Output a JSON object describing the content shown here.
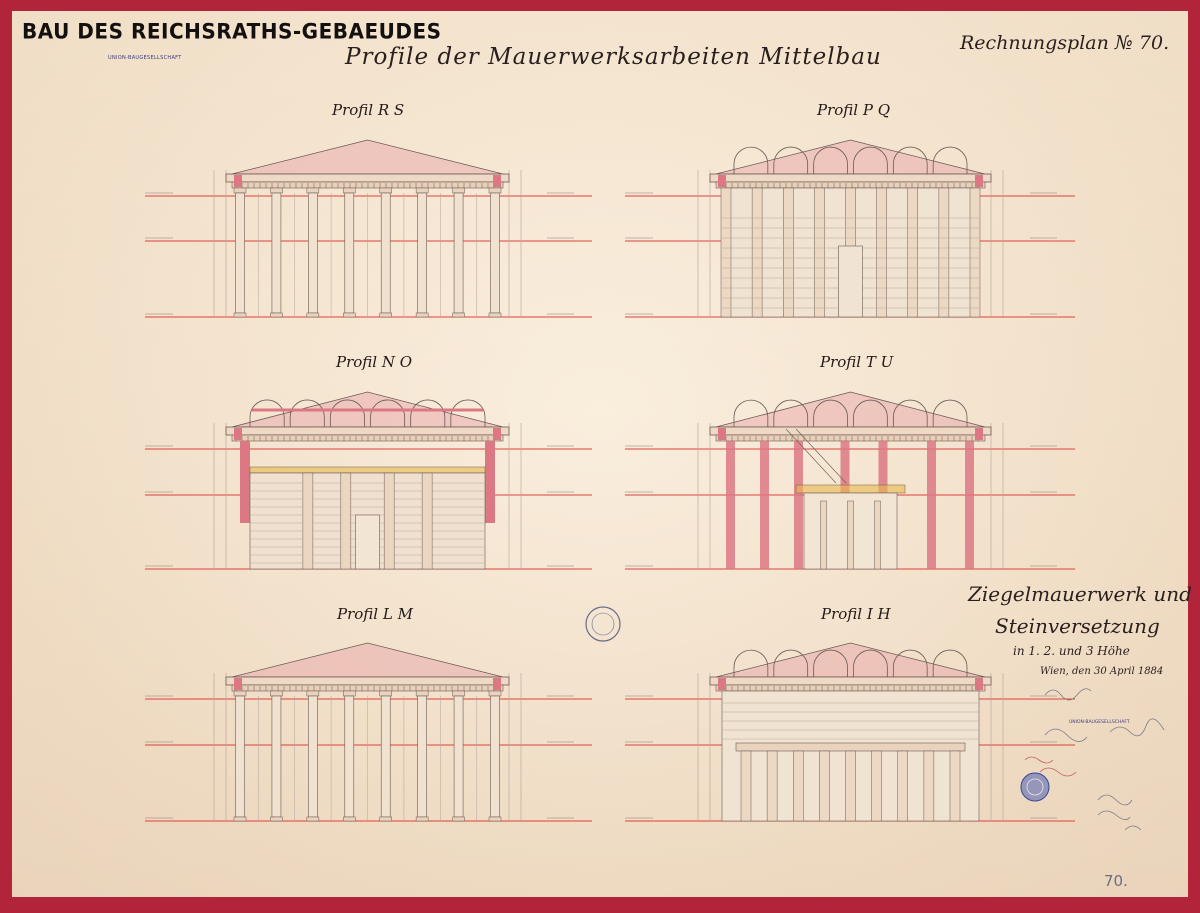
{
  "header": {
    "project_title": "BAU DES REICHSRATHS-GEBAEUDES",
    "company_stamp": "UNION-BAUGESELLSCHAFT",
    "drawing_title": "Profile der Mauerwerksarbeiten Mittelbau",
    "plan_number": "Rechnungsplan № 70."
  },
  "profiles": [
    {
      "id": "rs",
      "title": "Profil R S"
    },
    {
      "id": "pq",
      "title": "Profil P Q"
    },
    {
      "id": "no",
      "title": "Profil N O"
    },
    {
      "id": "tu",
      "title": "Profil T U"
    },
    {
      "id": "lm",
      "title": "Profil L M"
    },
    {
      "id": "ih",
      "title": "Profil I H"
    }
  ],
  "notes": {
    "line1": "Ziegelmauerwerk und",
    "line2": "Steinversetzung",
    "line3": "in 1. 2. und 3 Höhe",
    "date": "Wien, den 30 April 1884"
  },
  "stamps": {
    "company_stamp_2": "UNION-BAUGESELLSCHAFT"
  },
  "archive_number": "70.",
  "colors": {
    "border": "#b2243a",
    "paper": "#f4e4cf",
    "section_pink": "#e7a0a6",
    "cut_wall": "#dc7884",
    "level_line": "#e0403c",
    "ink": "#2a1f1f"
  }
}
